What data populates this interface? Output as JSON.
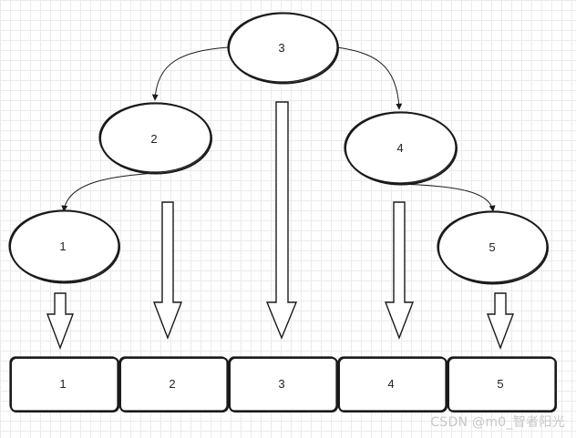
{
  "tree": {
    "nodes": [
      {
        "id": "n3",
        "label": "3"
      },
      {
        "id": "n2",
        "label": "2"
      },
      {
        "id": "n4",
        "label": "4"
      },
      {
        "id": "n1",
        "label": "1"
      },
      {
        "id": "n5",
        "label": "5"
      }
    ],
    "edges": [
      {
        "from": "3",
        "to": "2"
      },
      {
        "from": "3",
        "to": "4"
      },
      {
        "from": "2",
        "to": "1"
      },
      {
        "from": "4",
        "to": "5"
      }
    ]
  },
  "array": {
    "cells": [
      "1",
      "2",
      "3",
      "4",
      "5"
    ]
  },
  "watermark": "CSDN @m0_智者阳光",
  "colors": {
    "stroke": "#1a1a1a",
    "fill": "#ffffff",
    "grid": "#ebebeb",
    "watermark": "#c7c7c7"
  }
}
